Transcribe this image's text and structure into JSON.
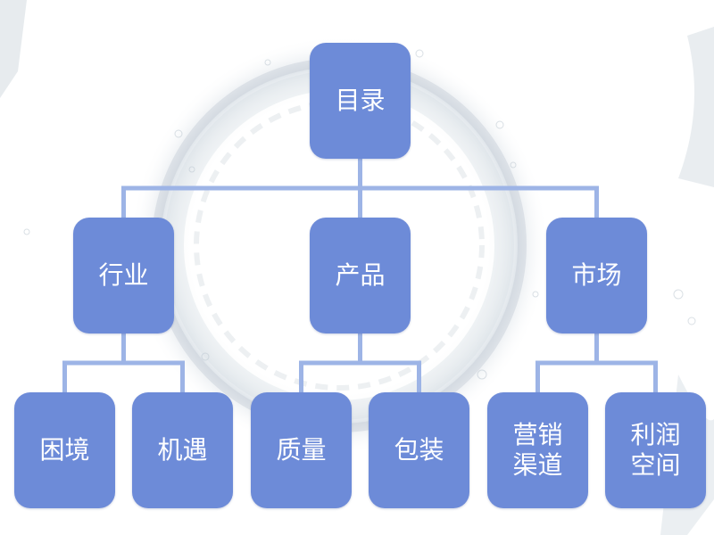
{
  "colors": {
    "node_fill": "#6d8bd8",
    "connector": "#9db4e6",
    "node_text": "#ffffff"
  },
  "root": {
    "label": "目录"
  },
  "branches": [
    {
      "label": "行业",
      "children": [
        {
          "label": "困境"
        },
        {
          "label": "机遇"
        }
      ]
    },
    {
      "label": "产品",
      "children": [
        {
          "label": "质量"
        },
        {
          "label": "包装"
        }
      ]
    },
    {
      "label": "市场",
      "children": [
        {
          "label": "营销\n渠道"
        },
        {
          "label": "利润\n空间"
        }
      ]
    }
  ]
}
